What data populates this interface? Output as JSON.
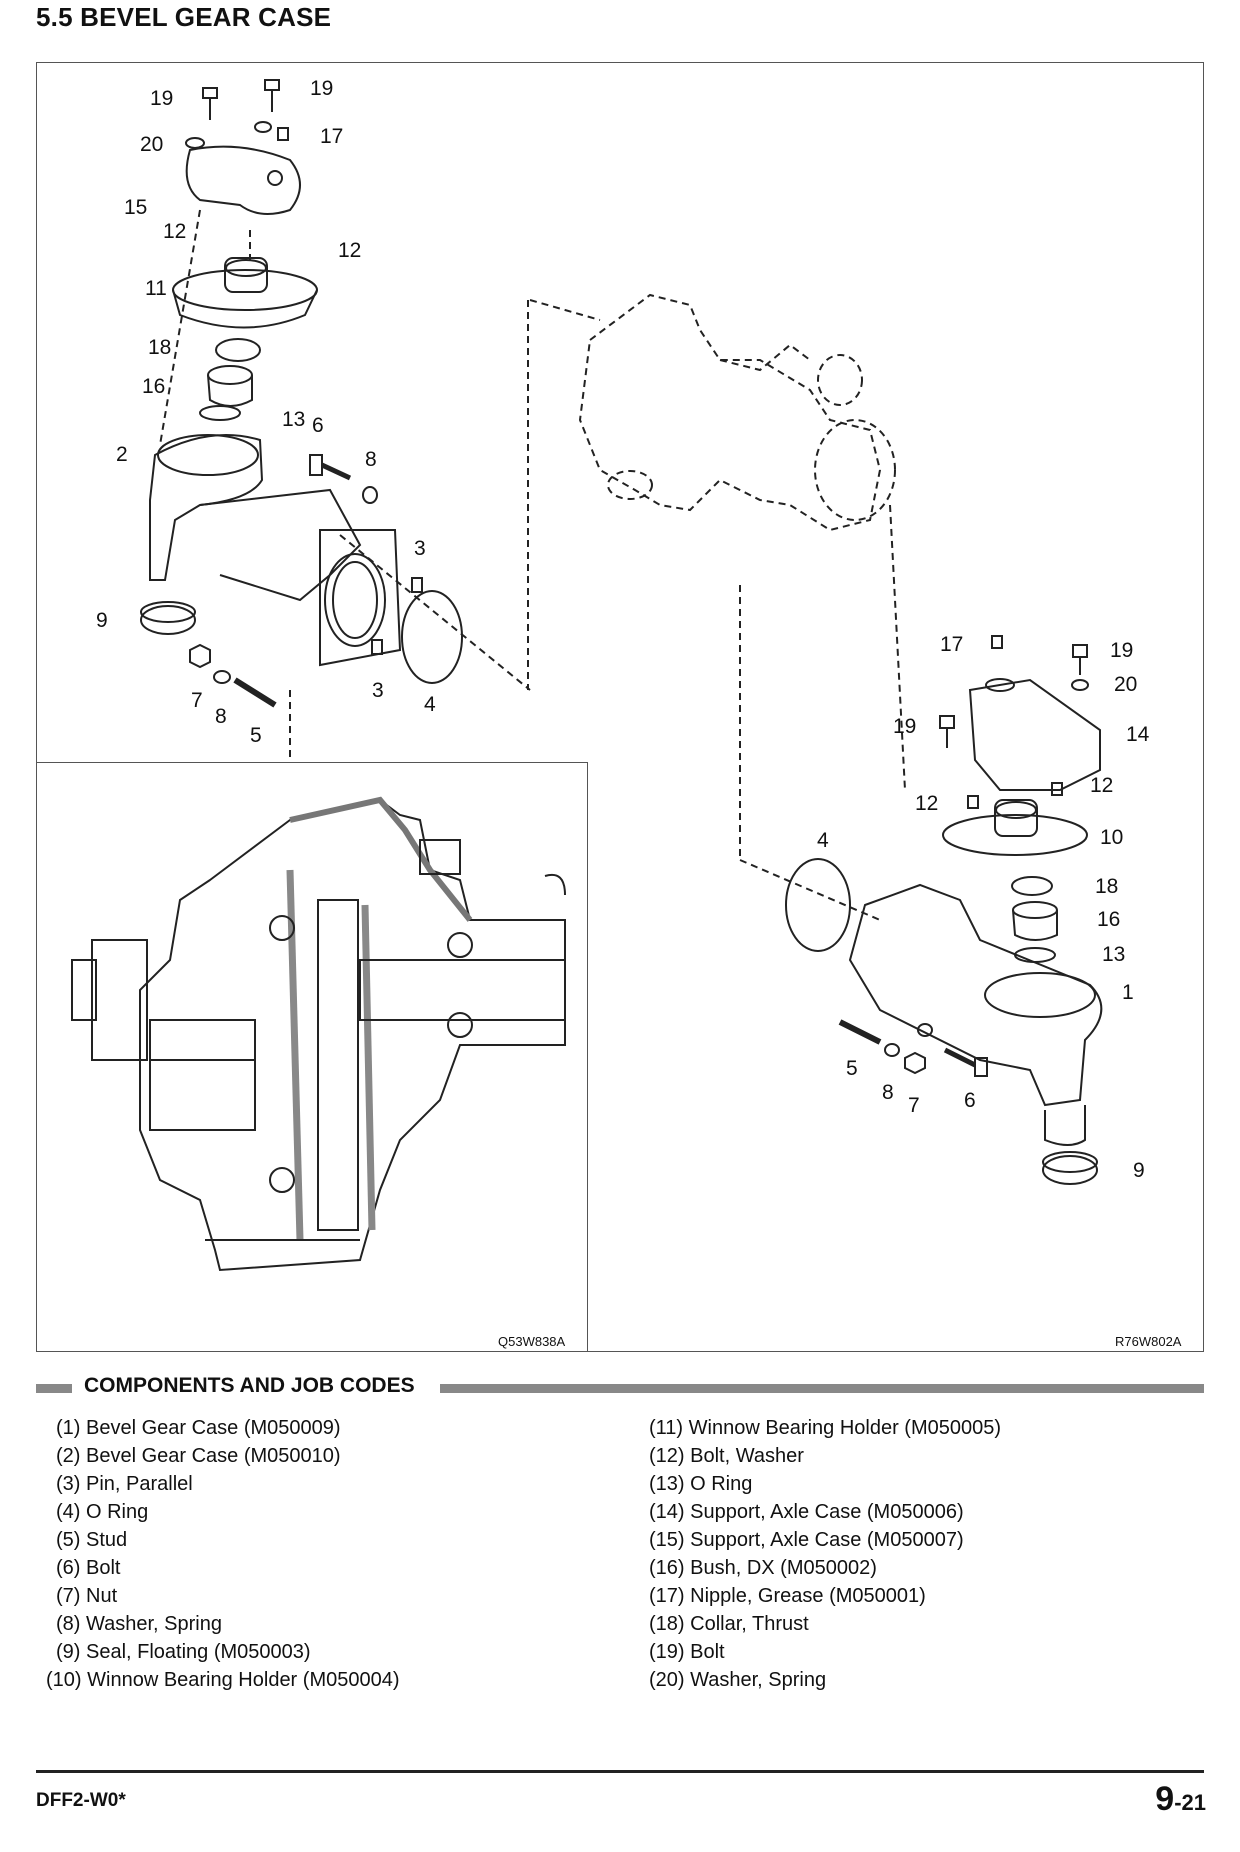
{
  "header": {
    "title": "5.5  BEVEL GEAR CASE"
  },
  "figure": {
    "left_code": "Q53W838A",
    "right_code": "R76W802A",
    "callouts_left_top": [
      "19",
      "19",
      "20",
      "17",
      "15",
      "12",
      "12",
      "11",
      "18",
      "16",
      "13",
      "6",
      "2",
      "8",
      "3",
      "9",
      "7",
      "8",
      "5",
      "3",
      "4"
    ],
    "callouts_right": [
      "17",
      "19",
      "20",
      "19",
      "14",
      "12",
      "12",
      "10",
      "4",
      "18",
      "16",
      "13",
      "1",
      "5",
      "8",
      "7",
      "6",
      "9"
    ]
  },
  "components": {
    "heading": "COMPONENTS AND JOB CODES",
    "left": [
      "(1) Bevel Gear Case (M050009)",
      "(2) Bevel Gear Case (M050010)",
      "(3) Pin, Parallel",
      "(4) O Ring",
      "(5) Stud",
      "(6) Bolt",
      "(7) Nut",
      "(8) Washer, Spring",
      "(9) Seal, Floating (M050003)",
      "(10) Winnow Bearing Holder (M050004)"
    ],
    "right": [
      "(11) Winnow Bearing Holder (M050005)",
      "(12) Bolt, Washer",
      "(13) O Ring",
      "(14) Support, Axle Case (M050006)",
      "(15) Support, Axle Case (M050007)",
      "(16) Bush, DX (M050002)",
      "(17) Nipple, Grease (M050001)",
      "(18) Collar, Thrust",
      "(19) Bolt",
      "(20) Washer, Spring"
    ]
  },
  "footer": {
    "model": "DFF2-W0*",
    "page_major": "9",
    "page_minor": "-21"
  }
}
